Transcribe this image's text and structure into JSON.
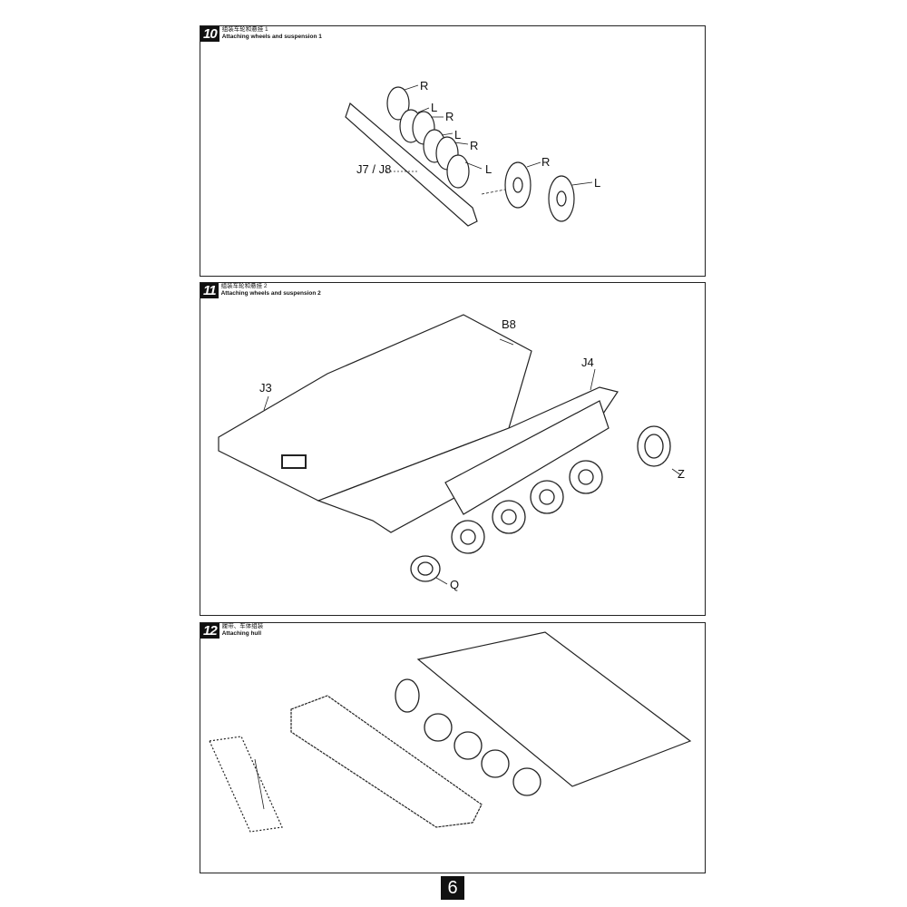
{
  "steps": [
    {
      "number": "10",
      "title_cn": "组装车轮和悬挂 1",
      "title_en": "Attaching wheels and suspension 1",
      "labels": {
        "r1": "R",
        "l1": "L",
        "r2": "R",
        "l2": "L",
        "r3": "R",
        "l3": "L",
        "j": "J7 / J8",
        "r4": "R",
        "l4": "L"
      }
    },
    {
      "number": "11",
      "title_cn": "组装车轮和悬挂 2",
      "title_en": "Attaching wheels and suspension 2",
      "labels": {
        "b8": "B8",
        "j3": "J3",
        "j4": "J4",
        "z": "Z",
        "q": "Q"
      }
    },
    {
      "number": "12",
      "title_cn": "履带、车体组装",
      "title_en": "Attaching hull"
    }
  ],
  "page_number": "6"
}
